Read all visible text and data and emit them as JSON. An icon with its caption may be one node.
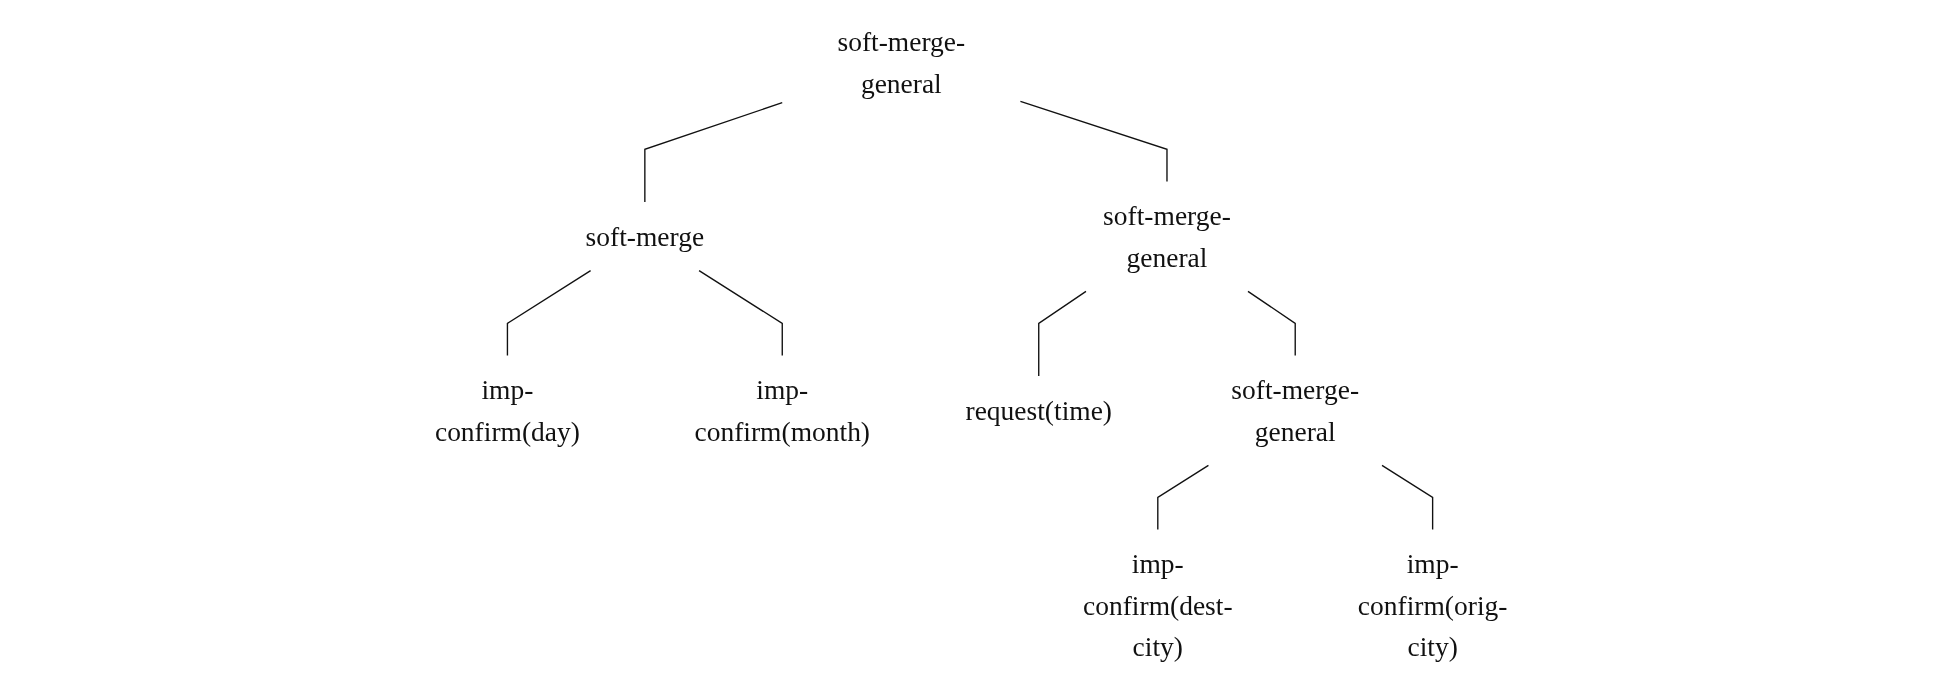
{
  "diagram": {
    "nodes": [
      {
        "text": [
          "soft-merge-general"
        ]
      },
      {
        "text": [
          "soft-merge"
        ]
      },
      {
        "text": [
          "soft-merge-general"
        ]
      },
      {
        "text": [
          "imp-confirm(day)"
        ]
      },
      {
        "text": [
          "imp-confirm(month)"
        ]
      },
      {
        "text": [
          "request(time)"
        ]
      },
      {
        "text": [
          "soft-merge-general"
        ]
      },
      {
        "text": [
          "imp-confirm(dest-city)"
        ]
      },
      {
        "text": [
          "imp-confirm(orig-city)"
        ]
      }
    ],
    "edges": [
      {
        "from": 0,
        "to": 1,
        "arrow": "none"
      },
      {
        "from": 0,
        "to": 2,
        "arrow": "none"
      },
      {
        "from": 1,
        "to": 3,
        "arrow": "none"
      },
      {
        "from": 1,
        "to": 4,
        "arrow": "none"
      },
      {
        "from": 2,
        "to": 5,
        "arrow": "none"
      },
      {
        "from": 2,
        "to": 6,
        "arrow": "none"
      },
      {
        "from": 6,
        "to": 7,
        "arrow": "none"
      },
      {
        "from": 6,
        "to": 8,
        "arrow": "none"
      }
    ]
  }
}
